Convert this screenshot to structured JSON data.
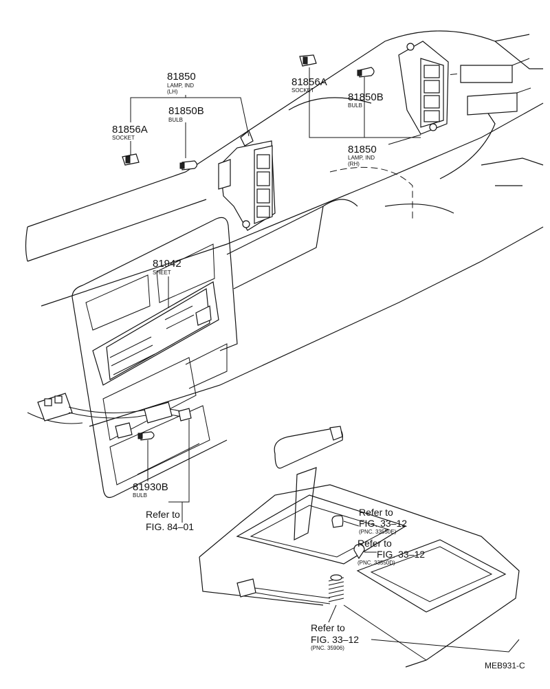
{
  "labels": {
    "lamp_lh": {
      "number": "81850",
      "line1": "LAMP, IND",
      "line2": "(LH)"
    },
    "bulb_lh": {
      "number": "81850B",
      "line1": "BULB"
    },
    "socket_lh": {
      "number": "81856A",
      "line1": "SOCKET"
    },
    "socket_rh": {
      "number": "81856A",
      "line1": "SOCKET"
    },
    "bulb_rh": {
      "number": "81850B",
      "line1": "BULB"
    },
    "lamp_rh": {
      "number": "81850",
      "line1": "LAMP, IND",
      "line2": "(RH)"
    },
    "sheet": {
      "number": "81942",
      "line1": "SHEET"
    },
    "bulb_lower": {
      "number": "81930B",
      "line1": "BULB"
    },
    "ref_84": {
      "line1": "Refer to",
      "line2": "FIG. 84–01"
    },
    "ref_33a": {
      "line1": "Refer to",
      "line2": "FIG. 33–12",
      "pnc": "(PNC. 33550E)"
    },
    "ref_33b": {
      "line1": "Refer to",
      "line2": "FIG. 33–12",
      "pnc": "(PNC. 33550D)"
    },
    "ref_33c": {
      "line1": "Refer to",
      "line2": "FIG. 33–12",
      "pnc": "(PNC. 35906)"
    }
  },
  "diagram_code": "MEB931-C",
  "icons": [
    "indicator-lamp-lh-icon",
    "indicator-lamp-rh-icon",
    "socket-icon",
    "bulb-icon",
    "heater-control-panel-icon",
    "shift-lever-icon",
    "connector-icon",
    "spring-icon"
  ]
}
